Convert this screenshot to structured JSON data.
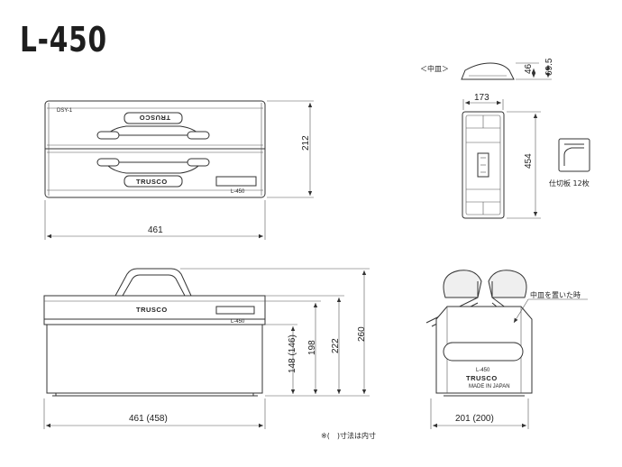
{
  "title": "L-450",
  "views": {
    "inner_tray": {
      "label": "＜中皿＞",
      "dim_width": "173",
      "dim_height": "46",
      "dim_height_total": "69.5",
      "dim_length": "454"
    },
    "top": {
      "dim_length": "461",
      "dim_depth": "212",
      "sticker_label": "DSY-1",
      "model_label": "L-450",
      "brand": "TRUSCO"
    },
    "front": {
      "dim_length": "461 (458)",
      "dim_body_height": "148 (146)",
      "dim_198": "198",
      "dim_222": "222",
      "dim_total_height": "260",
      "brand": "TRUSCO",
      "model_label": "L-450"
    },
    "side": {
      "dim_width": "201 (200)",
      "annotation": "中皿を置いた時",
      "model_label": "L-450",
      "brand": "TRUSCO",
      "made_in": "MADE IN JAPAN"
    },
    "partition": {
      "label": "仕切板 12枚"
    }
  },
  "footnote": "※(　)寸法は内寸"
}
